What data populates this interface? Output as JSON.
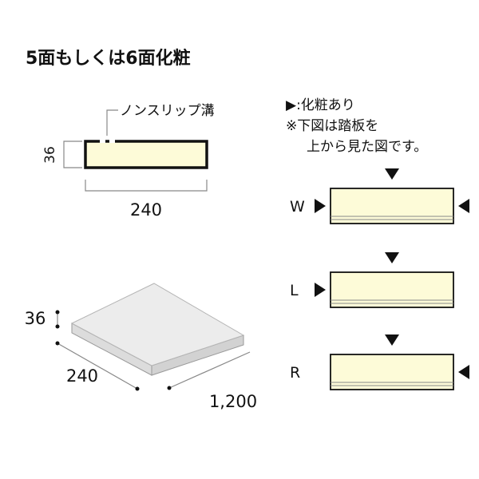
{
  "title": "5面もしくは6面化粧",
  "colors": {
    "board_fill": "#fdfbd8",
    "board_stroke": "#111111",
    "top_face": "#ececec",
    "side_face": "#dcdcdc",
    "line": "#888888"
  },
  "cross_section": {
    "groove_label": "ノンスリップ溝",
    "height": "36",
    "width": "240"
  },
  "perspective": {
    "thickness": "36",
    "depth": "240",
    "length": "1,200"
  },
  "legend": {
    "marker_note": "▶:化粧あり",
    "note_line1": "※下図は踏板を",
    "note_line2": "上から見た図です。"
  },
  "variants": [
    {
      "label": "W",
      "left_marker": true,
      "right_marker": true,
      "top_marker": true
    },
    {
      "label": "L",
      "left_marker": true,
      "right_marker": false,
      "top_marker": true
    },
    {
      "label": "R",
      "left_marker": false,
      "right_marker": true,
      "top_marker": true
    }
  ],
  "icons": {
    "marker": "triangle-marker-icon"
  }
}
